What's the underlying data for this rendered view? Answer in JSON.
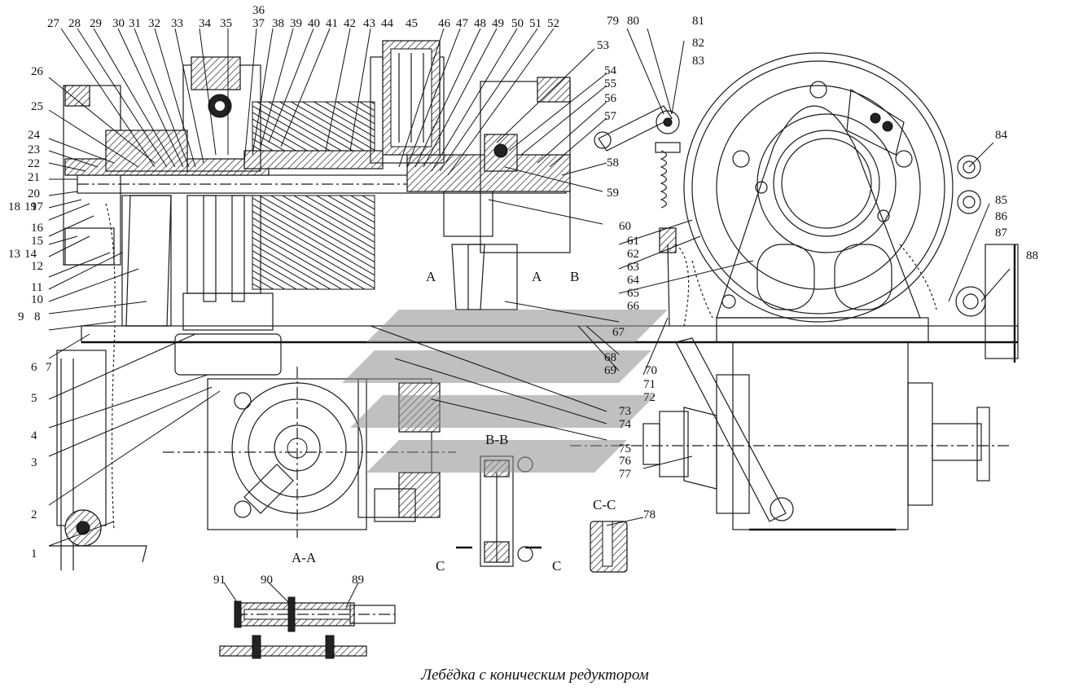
{
  "caption": "Лебёдка с коническим редуктором",
  "section_labels": {
    "aa": "А-А",
    "bb": "В-В",
    "cc": "С-С",
    "a_mark": "А",
    "b_mark": "В",
    "c_mark": "С"
  },
  "callouts": [
    {
      "label": "1"
    },
    {
      "label": "2"
    },
    {
      "label": "3"
    },
    {
      "label": "4"
    },
    {
      "label": "5"
    },
    {
      "label": "6"
    },
    {
      "label": "7"
    },
    {
      "label": "8"
    },
    {
      "label": "9"
    },
    {
      "label": "10"
    },
    {
      "label": "11"
    },
    {
      "label": "12"
    },
    {
      "label": "13"
    },
    {
      "label": "14"
    },
    {
      "label": "15"
    },
    {
      "label": "16"
    },
    {
      "label": "17"
    },
    {
      "label": "18"
    },
    {
      "label": "19"
    },
    {
      "label": "20"
    },
    {
      "label": "21"
    },
    {
      "label": "22"
    },
    {
      "label": "23"
    },
    {
      "label": "24"
    },
    {
      "label": "25"
    },
    {
      "label": "26"
    },
    {
      "label": "27"
    },
    {
      "label": "28"
    },
    {
      "label": "29"
    },
    {
      "label": "30"
    },
    {
      "label": "31"
    },
    {
      "label": "32"
    },
    {
      "label": "33"
    },
    {
      "label": "34"
    },
    {
      "label": "35"
    },
    {
      "label": "36"
    },
    {
      "label": "37"
    },
    {
      "label": "38"
    },
    {
      "label": "39"
    },
    {
      "label": "40"
    },
    {
      "label": "41"
    },
    {
      "label": "42"
    },
    {
      "label": "43"
    },
    {
      "label": "44"
    },
    {
      "label": "45"
    },
    {
      "label": "46"
    },
    {
      "label": "47"
    },
    {
      "label": "48"
    },
    {
      "label": "49"
    },
    {
      "label": "50"
    },
    {
      "label": "51"
    },
    {
      "label": "52"
    },
    {
      "label": "53"
    },
    {
      "label": "54"
    },
    {
      "label": "55"
    },
    {
      "label": "56"
    },
    {
      "label": "57"
    },
    {
      "label": "58"
    },
    {
      "label": "59"
    },
    {
      "label": "60"
    },
    {
      "label": "61"
    },
    {
      "label": "62"
    },
    {
      "label": "63"
    },
    {
      "label": "64"
    },
    {
      "label": "65"
    },
    {
      "label": "66"
    },
    {
      "label": "67"
    },
    {
      "label": "68"
    },
    {
      "label": "69"
    },
    {
      "label": "70"
    },
    {
      "label": "71"
    },
    {
      "label": "72"
    },
    {
      "label": "73"
    },
    {
      "label": "74"
    },
    {
      "label": "75"
    },
    {
      "label": "76"
    },
    {
      "label": "77"
    },
    {
      "label": "78"
    },
    {
      "label": "79"
    },
    {
      "label": "80"
    },
    {
      "label": "81"
    },
    {
      "label": "82"
    },
    {
      "label": "83"
    },
    {
      "label": "84"
    },
    {
      "label": "85"
    },
    {
      "label": "86"
    },
    {
      "label": "87"
    },
    {
      "label": "88"
    },
    {
      "label": "89"
    },
    {
      "label": "90"
    },
    {
      "label": "91"
    }
  ]
}
